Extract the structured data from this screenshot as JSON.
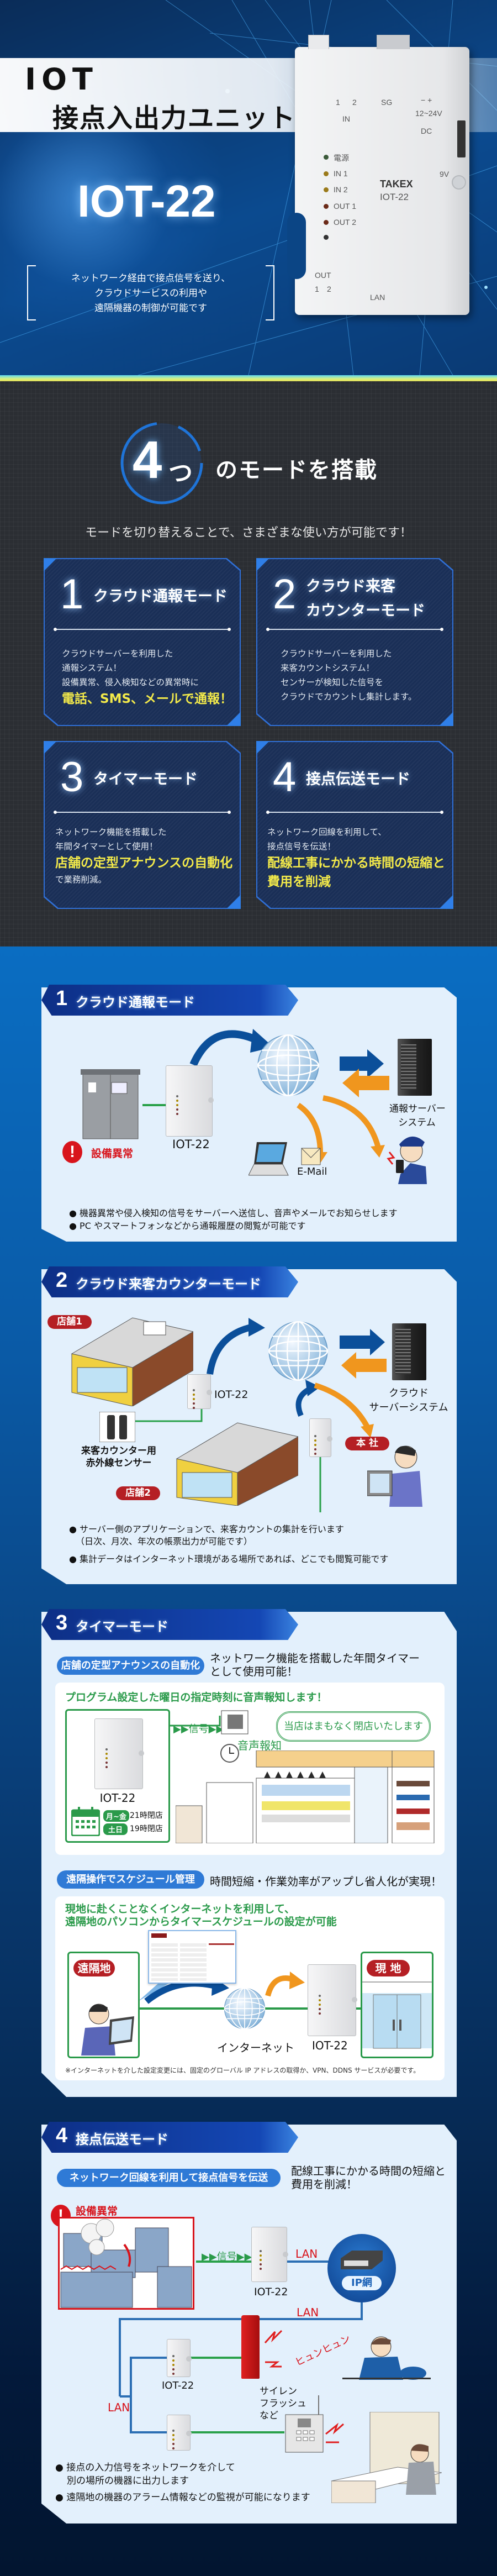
{
  "hero": {
    "title_line1": "IOT",
    "title_line2": "接点入出力ユニット",
    "model": "IOT-22",
    "description": [
      "ネットワーク経由で接点信号を送り、",
      "クラウドサービスの利用や",
      "遠隔機器の制御が可能です"
    ],
    "device": {
      "in_1": "1",
      "in_2": "2",
      "in_label": "IN",
      "sg": "SG",
      "polarity": "−  +",
      "voltage": "12~24V",
      "dc": "DC",
      "v9": "9V",
      "leds": [
        "電源",
        "IN 1",
        "IN 2",
        "OUT 1",
        "OUT 2"
      ],
      "brand": "TAKEX",
      "model": "IOT-22",
      "out_label": "OUT",
      "out_1": "1",
      "out_2": "2",
      "lan": "LAN"
    }
  },
  "modes": {
    "count": "4",
    "count_suffix": "つ",
    "heading": "のモードを搭載",
    "subtitle": "モードを切り替えることで、さまざまな使い方が可能です！",
    "cards": [
      {
        "number": "1",
        "title": [
          "クラウド通報モード"
        ],
        "body": [
          "クラウドサーバーを利用した",
          "通報システム！",
          "設備異常、侵入検知などの異常時に"
        ],
        "highlight": [
          "電話、SMS、メールで通報！"
        ]
      },
      {
        "number": "2",
        "title": [
          "クラウド来客",
          "カウンターモード"
        ],
        "body": [
          "クラウドサーバーを利用した",
          "来客カウントシステム！",
          "センサーが検知した信号を",
          "クラウドでカウントし集計します。"
        ]
      },
      {
        "number": "3",
        "title": [
          "タイマーモード"
        ],
        "body": [
          "ネットワーク機能を搭載した",
          "年間タイマーとして使用！"
        ],
        "highlight": [
          "店舗の定型アナウンスの自動化"
        ],
        "tail": "で業務削減。"
      },
      {
        "number": "4",
        "title": [
          "接点伝送モード"
        ],
        "body": [
          "ネットワーク回線を利用して、",
          "接点信号を伝送！"
        ],
        "highlight": [
          "配線工事にかかる時間の短縮と",
          "費用を削減"
        ]
      }
    ]
  },
  "section1": {
    "number": "1",
    "title": "クラウド通報モード",
    "alert_label": "設備異常",
    "device_label": "IOT-22",
    "server_label": [
      "通報サーバー",
      "システム"
    ],
    "email_label": "E-Mail",
    "bullets": [
      "機器異常や侵入検知の信号をサーバーへ送信し、音声やメールでお知らせします",
      "PC やスマートフォンなどから通報履歴の閲覧が可能です"
    ]
  },
  "section2": {
    "number": "2",
    "title": "クラウド来客カウンターモード",
    "store1": "店舗1",
    "store2": "店舗2",
    "device_label": "IOT-22",
    "sensor_label": [
      "来客カウンター用",
      "赤外線センサー"
    ],
    "server_label": [
      "クラウド",
      "サーバーシステム"
    ],
    "hq": "本 社",
    "bullets": [
      "サーバー側のアプリケーションで、来客カウントの集計を行います",
      "（日次、月次、年次の帳票出力が可能です）",
      "集計データはインターネット環境がある場所であれば、どこでも閲覧可能です"
    ]
  },
  "section3": {
    "number": "3",
    "title": "タイマーモード",
    "pill1": "店舗の定型アナウンスの自動化",
    "pill1_text": [
      "ネットワーク機能を搭載した年間タイマー",
      "として使用可能！"
    ],
    "box1_heading": "プログラム設定した曜日の指定時刻に音声報知します！",
    "device_label": "IOT-22",
    "schedule": [
      {
        "days": "月~金",
        "time": "21時閉店"
      },
      {
        "days": "土日",
        "time": "19時閉店"
      }
    ],
    "signal": "▶▶信号▶▶",
    "voice": "音声報知",
    "announcement": "当店はまもなく閉店いたします",
    "pill2": "遠隔操作でスケジュール管理",
    "pill2_text": "時間短縮・作業効率がアップし省人化が実現！",
    "box2_heading": [
      "現地に赴くことなくインターネットを利用して、",
      "遠隔地のパソコンからタイマースケジュールの設定が可能"
    ],
    "remote": "遠隔地",
    "site": "現 地",
    "internet": "インターネット",
    "note": "※インターネットを介した設定変更には、固定のグローバル IP アドレスの取得か、VPN、DDNS サービスが必要です。"
  },
  "section4": {
    "number": "4",
    "title": "接点伝送モード",
    "pill": "ネットワーク回線を利用して接点信号を伝送",
    "pill_text": [
      "配線工事にかかる時間の短縮と",
      "費用を削減！"
    ],
    "alert_label": "設備異常",
    "signal": "▶▶信号▶▶",
    "device_label": "IOT-22",
    "lan": "LAN",
    "ip_network": "IP網",
    "sound": "ヒュンヒュン",
    "siren_label": [
      "サイレン",
      "フラッシュ",
      "など"
    ],
    "bullets": [
      "接点の入力信号をネットワークを介して",
      "別の場所の機器に出力します",
      "遠隔地の機器のアラーム情報などの監視が可能になります"
    ]
  },
  "colors": {
    "accent": "#2f6fd6",
    "highlight": "#f3ea4a",
    "panel": "#e3f0fc",
    "alert": "#d8141c",
    "green": "#2a9a4a",
    "orange": "#f0961e"
  }
}
